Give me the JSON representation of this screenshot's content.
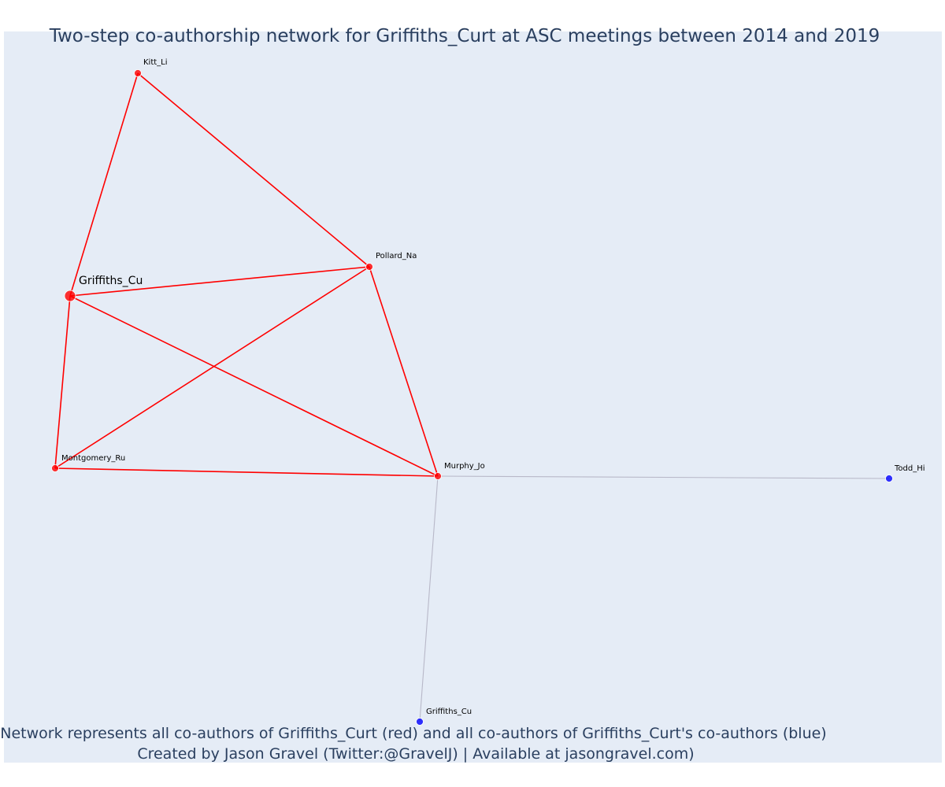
{
  "title": "Two-step co-authorship network for Griffiths_Curt at ASC meetings between 2014 and 2019",
  "captions": [
    "Network represents all co-authors of Griffiths_Curt (red) and all co-authors of Griffiths_Curt's co-authors (blue)",
    "Created by Jason Gravel (Twitter:@GravelJ) | Available at jasongravel.com)"
  ],
  "colors": {
    "background": "#e5ecf6",
    "first_step": "#ff0000",
    "second_step": "#0000ff",
    "second_step_edge": "#b8b8c8",
    "text": "#2a3f5f"
  },
  "nodes": [
    {
      "id": "kitt",
      "label": "Kitt_Li",
      "group": "first",
      "main": false
    },
    {
      "id": "pollard",
      "label": "Pollard_Na",
      "group": "first",
      "main": false
    },
    {
      "id": "griffiths_main",
      "label": "Griffiths_Cu",
      "group": "first",
      "main": true
    },
    {
      "id": "montgomery",
      "label": "Montgomery_Ru",
      "group": "first",
      "main": false
    },
    {
      "id": "murphy",
      "label": "Murphy_Jo",
      "group": "first",
      "main": false
    },
    {
      "id": "todd",
      "label": "Todd_Hi",
      "group": "second",
      "main": false
    },
    {
      "id": "griffiths_2",
      "label": "Griffiths_Cu",
      "group": "second",
      "main": false
    }
  ],
  "edges": [
    {
      "from": "kitt",
      "to": "griffiths_main",
      "group": "first"
    },
    {
      "from": "kitt",
      "to": "pollard",
      "group": "first"
    },
    {
      "from": "griffiths_main",
      "to": "pollard",
      "group": "first"
    },
    {
      "from": "griffiths_main",
      "to": "montgomery",
      "group": "first"
    },
    {
      "from": "griffiths_main",
      "to": "murphy",
      "group": "first"
    },
    {
      "from": "montgomery",
      "to": "pollard",
      "group": "first"
    },
    {
      "from": "montgomery",
      "to": "murphy",
      "group": "first"
    },
    {
      "from": "pollard",
      "to": "murphy",
      "group": "first"
    },
    {
      "from": "murphy",
      "to": "todd",
      "group": "second"
    },
    {
      "from": "murphy",
      "to": "griffiths_2",
      "group": "second"
    }
  ]
}
